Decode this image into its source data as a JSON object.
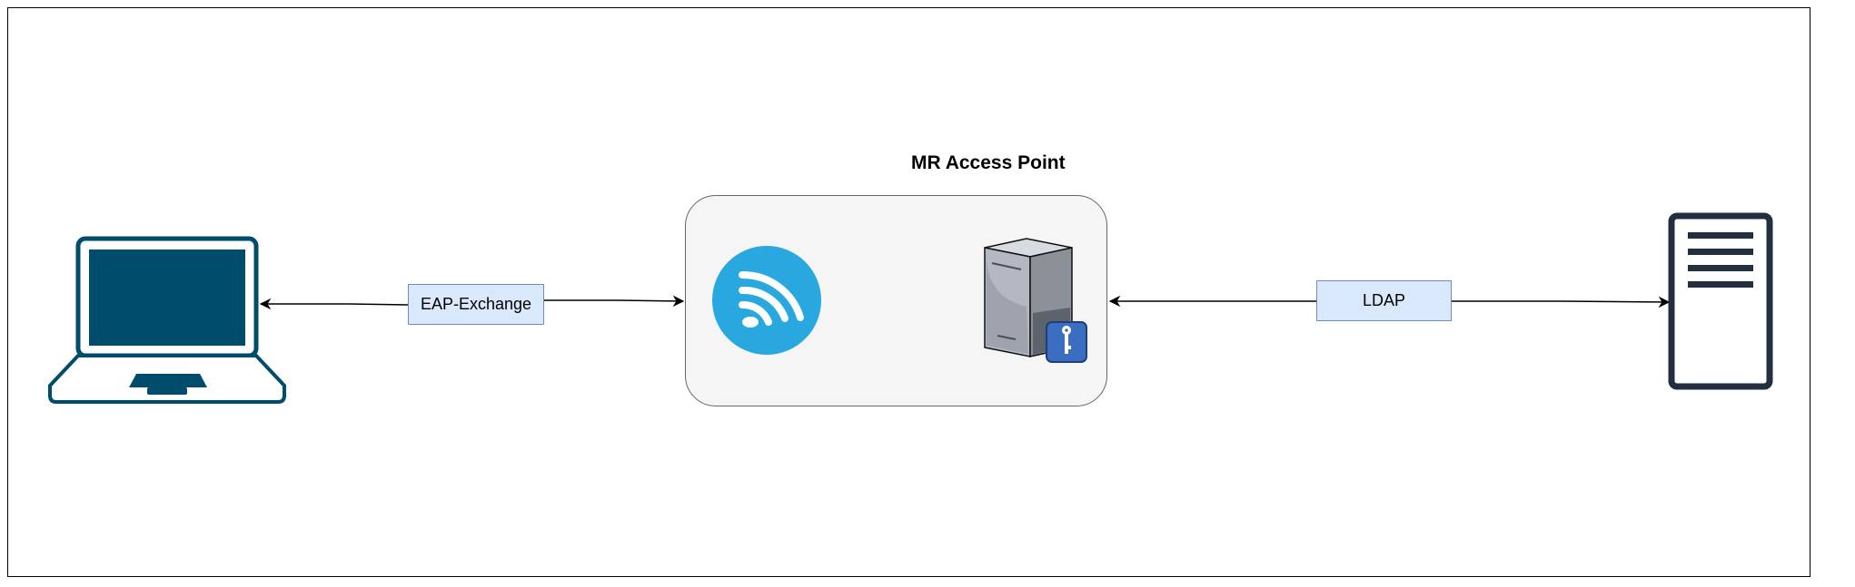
{
  "diagram": {
    "title": "MR Access Point",
    "edge_labels": {
      "eap": "EAP-Exchange",
      "ldap": "LDAP"
    },
    "colors": {
      "laptop": "#004c6d",
      "wifi": "#29a8e0",
      "server": "#232f3e",
      "label_fill": "#dae8fc",
      "label_border": "#6c8ebf",
      "group_fill": "#f5f5f5",
      "group_border": "#666666",
      "key_badge": "#3b6ec0"
    },
    "icons": {
      "client": "laptop-icon",
      "wifi": "wifi-icon",
      "auth_server": "server-key-icon",
      "directory": "server-rack-icon"
    }
  }
}
